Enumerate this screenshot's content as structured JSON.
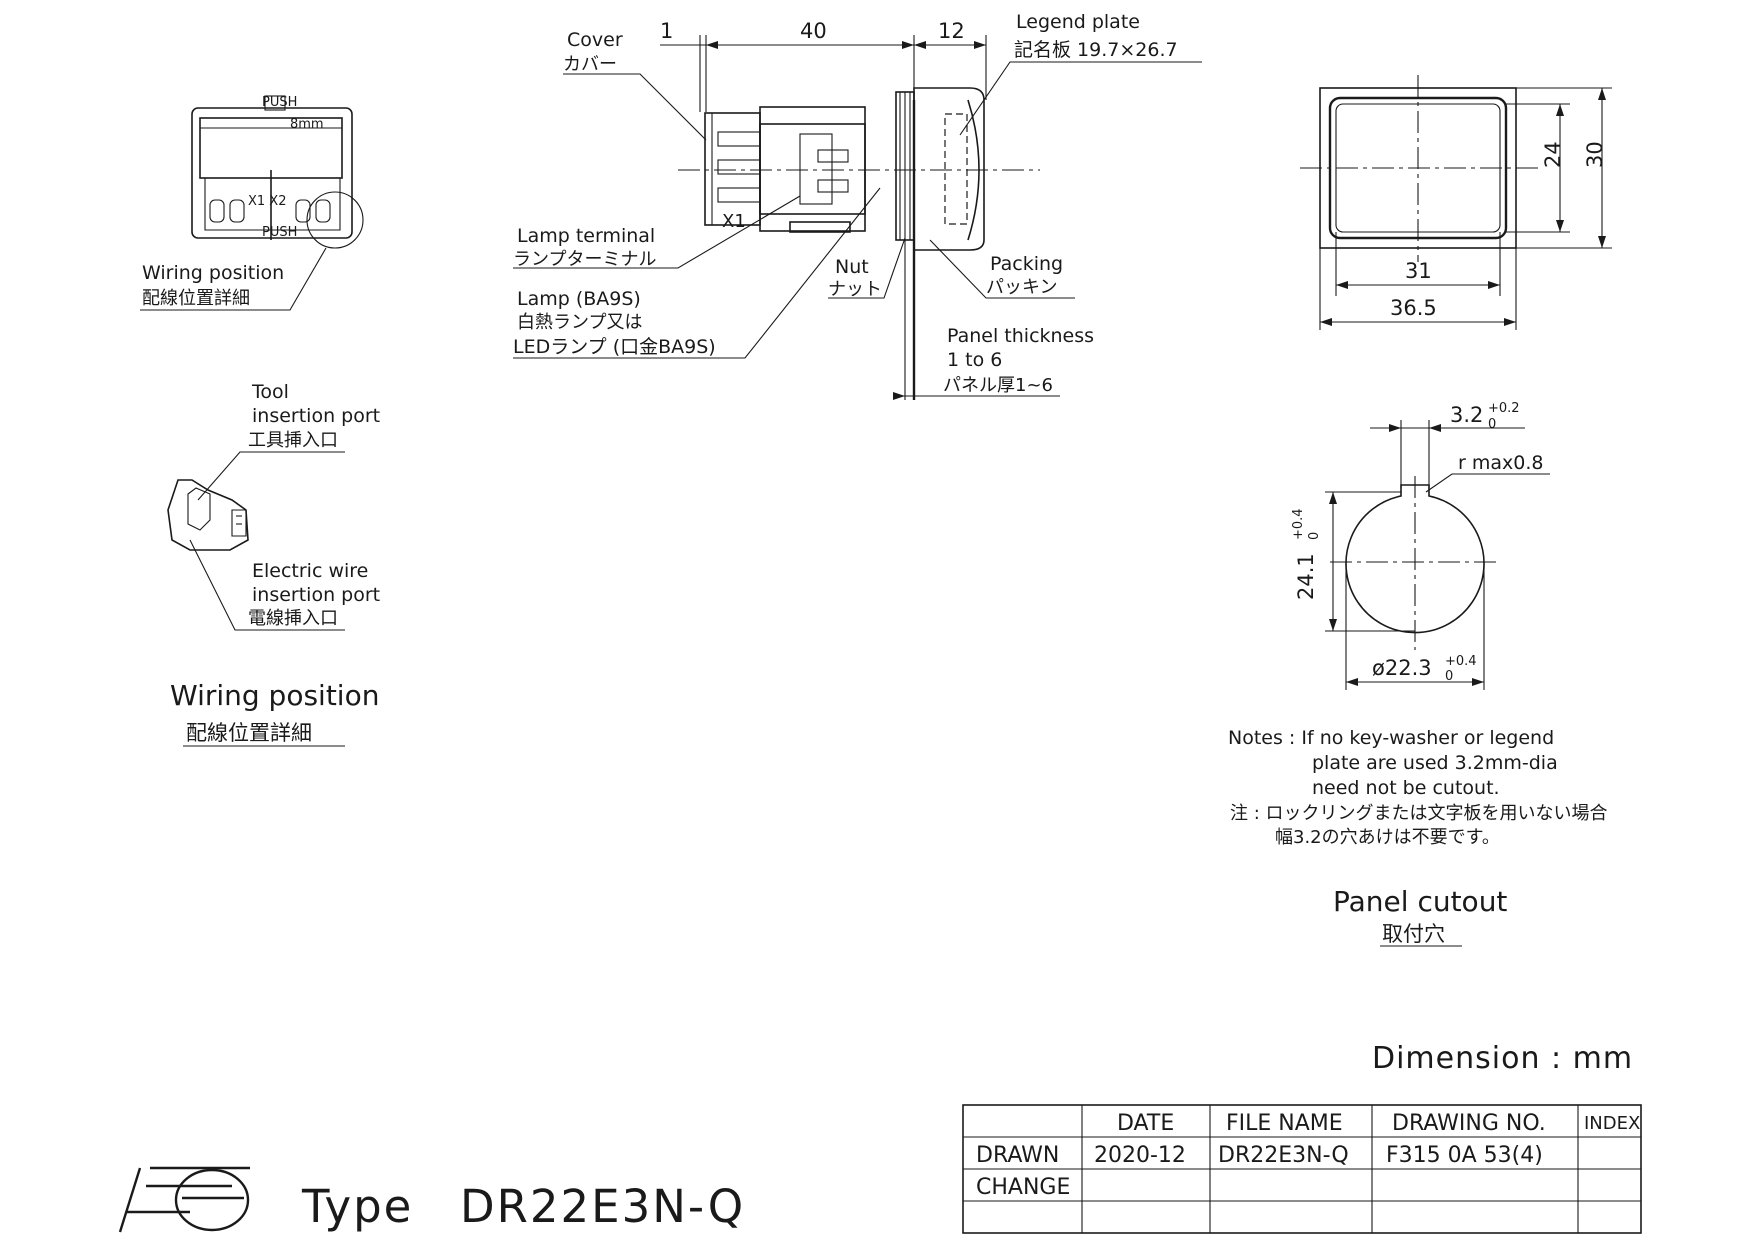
{
  "labels": {
    "dim_1": "1",
    "dim_40": "40",
    "dim_12": "12",
    "cover_en": "Cover",
    "cover_jp": "カバー",
    "legend_plate_en": "Legend plate",
    "legend_plate_jp": "記名板 19.7×26.7",
    "lamp_terminal_en": "Lamp terminal",
    "lamp_terminal_jp": "ランプターミナル",
    "lamp_l1": "Lamp (BA9S)",
    "lamp_l2": "白熱ランプ又は",
    "lamp_l3": "LEDランプ (口金BA9S)",
    "nut_en": "Nut",
    "nut_jp": "ナット",
    "packing_en": "Packing",
    "packing_jp": "パッキン",
    "panel_thk_l1": "Panel thickness",
    "panel_thk_l2": "1 to 6",
    "panel_thk_l3": "パネル厚1~6",
    "wiring_pos_en": "Wiring position",
    "wiring_pos_jp": "配線位置詳細",
    "tool_l1": "Tool",
    "tool_l2": "insertion port",
    "tool_l3": "工具挿入口",
    "wire_l1": "Electric wire",
    "wire_l2": "insertion port",
    "wire_l3": "電線挿入口",
    "wiring_title_en": "Wiring position",
    "wiring_title_jp": "配線位置詳細",
    "dim_24": "24",
    "dim_30": "30",
    "dim_31": "31",
    "dim_36_5": "36.5",
    "key_width": "3.2",
    "key_width_tol_upper": "+0.2",
    "key_width_tol_lower": "0",
    "r_max": "r max0.8",
    "cut_height": "24.1",
    "cut_height_tol_upper": "+0.4",
    "cut_height_tol_lower": "0",
    "cut_dia": "ø22.3",
    "cut_dia_tol_upper": "+0.4",
    "cut_dia_tol_lower": "0",
    "notes_l1": "Notes : If no key-washer or legend",
    "notes_l2": "plate are used 3.2mm-dia",
    "notes_l3": "need not be cutout.",
    "notes_jp_l1": "注 :  ロックリングまたは文字板を用いない場合",
    "notes_jp_l2": "幅3.2の穴あけは不要です。",
    "cutout_title_en": "Panel cutout",
    "cutout_title_jp": "取付穴",
    "dimension_unit": "Dimension : mm",
    "terminal_x1_x2": "X1 X2",
    "terminal_x1": "X1",
    "push_mark": "PUSH",
    "strip_mark": "8mm"
  },
  "title_block": {
    "headers": [
      "",
      "DATE",
      "FILE NAME",
      "DRAWING NO.",
      "INDEX"
    ],
    "rows": [
      [
        "DRAWN",
        "2020-12",
        "DR22E3N-Q",
        "F315 0A 53(4)",
        ""
      ],
      [
        "CHANGE",
        "",
        "",
        "",
        ""
      ],
      [
        "",
        "",
        "",
        "",
        ""
      ]
    ]
  },
  "logo_text": "Fe",
  "type_label": "Type",
  "model": "DR22E3N-Q"
}
